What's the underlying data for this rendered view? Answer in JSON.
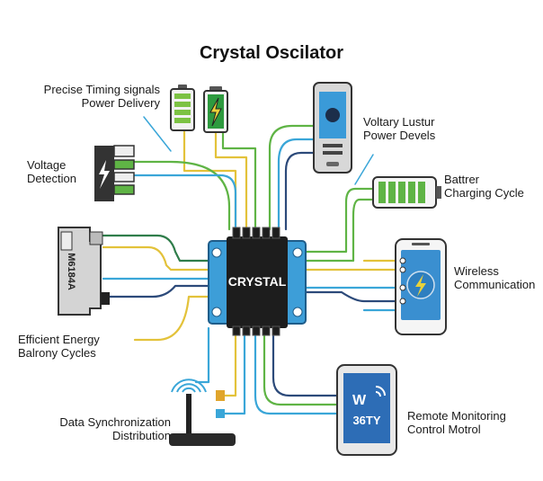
{
  "title": "Crystal Oscilator",
  "chip_label": "CRYSTAL",
  "labels": {
    "timing_line1": "Precise Timing signals",
    "timing_line2": "Power Delivery",
    "voltage_line1": "Voltage",
    "voltage_line2": "Detection",
    "voltary_line1": "Voltary Lustur",
    "voltary_line2": "Power Devels",
    "battery_line1": "Battrer",
    "battery_line2": "Charging Cycle",
    "wireless_line1": "Wireless",
    "wireless_line2": "Communication",
    "energy_line1": "Efficient Energy",
    "energy_line2": "Balrony Cycles",
    "sync_line1": "Data Synchronization",
    "sync_line2": "Distribution",
    "remote_line1": "Remote Monitoring",
    "remote_line2": "Control Motrol"
  },
  "module_text": "M6184A",
  "tablet_text": "36TY",
  "colors": {
    "green": "#5fb445",
    "dark_green": "#2f7d4a",
    "yellow": "#e3c23a",
    "blue": "#3aa6d8",
    "navy": "#2c4a7a",
    "chip_blue": "#3d9ed8",
    "device_gray": "#cfcfcf",
    "screen_blue": "#3a8fd0"
  }
}
